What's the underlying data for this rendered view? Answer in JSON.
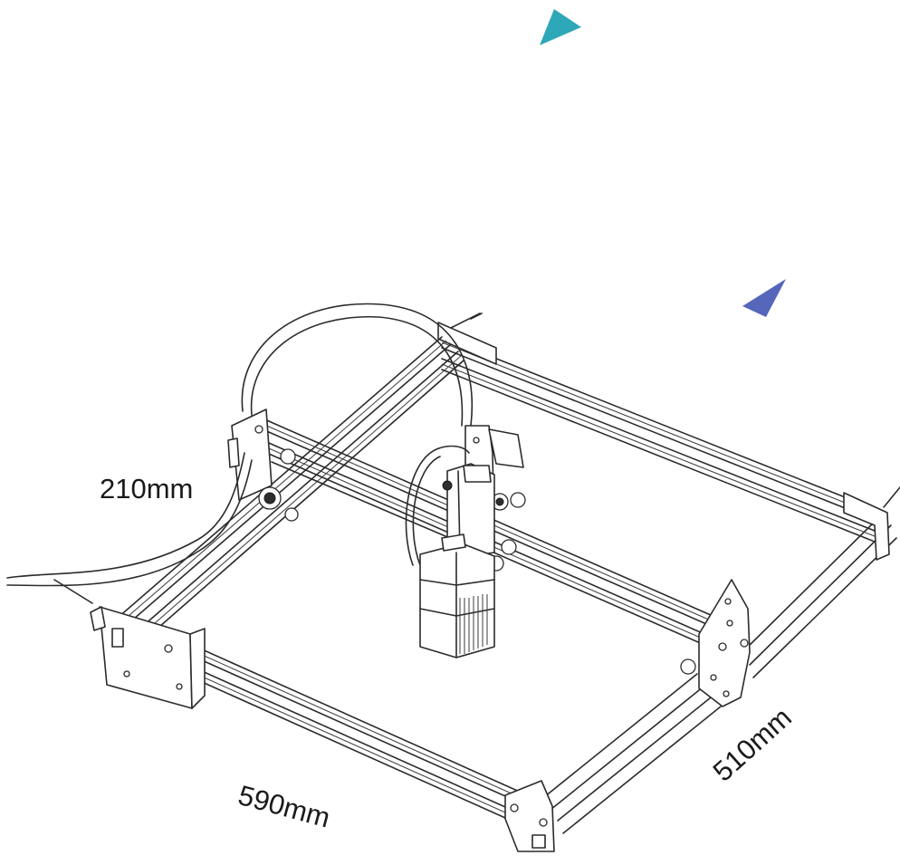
{
  "dimensions": {
    "height_label": "210mm",
    "width_label": "590mm",
    "depth_label": "510mm"
  },
  "colors": {
    "marker_top": "#2ea7b8",
    "marker_right": "#5566bb",
    "line": "#2b2b2b"
  },
  "icons": {
    "marker_top": "triangle-marker-icon",
    "marker_right": "triangle-marker-icon"
  }
}
